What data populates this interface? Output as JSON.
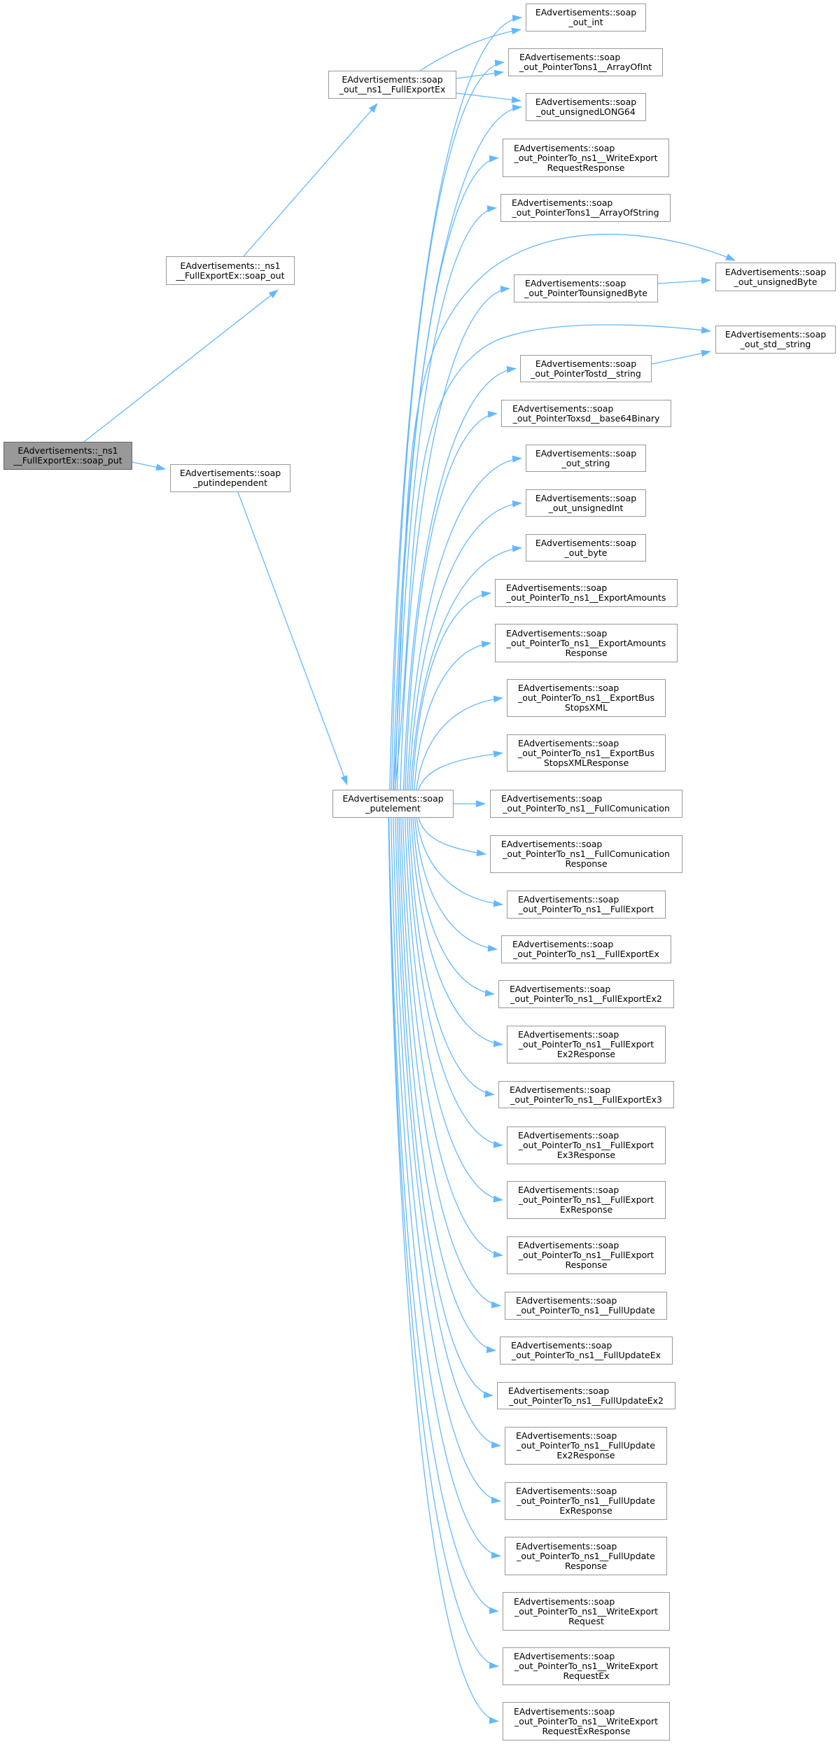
{
  "colors": {
    "edge": "#63b8ff",
    "node_border": "#999999",
    "root_fill": "#999999"
  },
  "nodes": [
    {
      "id": "soap_put",
      "root": true,
      "lines": [
        "EAdvertisements::_ns1",
        "__FullExportEx::soap_put"
      ]
    },
    {
      "id": "ns1_soap_out",
      "lines": [
        "EAdvertisements::_ns1",
        "__FullExportEx::soap_out"
      ]
    },
    {
      "id": "putindependent",
      "lines": [
        "EAdvertisements::soap",
        "_putindependent"
      ]
    },
    {
      "id": "out_ns1_FullExportEx",
      "lines": [
        "EAdvertisements::soap",
        "_out__ns1__FullExportEx"
      ]
    },
    {
      "id": "putelement",
      "lines": [
        "EAdvertisements::soap",
        "_putelement"
      ]
    },
    {
      "id": "out_int",
      "lines": [
        "EAdvertisements::soap",
        "_out_int"
      ]
    },
    {
      "id": "ArrayOfInt",
      "lines": [
        "EAdvertisements::soap",
        "_out_PointerTons1__ArrayOfInt"
      ]
    },
    {
      "id": "unsignedLONG64",
      "lines": [
        "EAdvertisements::soap",
        "_out_unsignedLONG64"
      ]
    },
    {
      "id": "WriteExportRequestResponse",
      "lines": [
        "EAdvertisements::soap",
        "_out_PointerTo_ns1__WriteExport",
        "RequestResponse"
      ]
    },
    {
      "id": "ArrayOfString",
      "lines": [
        "EAdvertisements::soap",
        "_out_PointerTons1__ArrayOfString"
      ]
    },
    {
      "id": "PointerTounsignedByte",
      "lines": [
        "EAdvertisements::soap",
        "_out_PointerTounsignedByte"
      ]
    },
    {
      "id": "out_unsignedByte",
      "lines": [
        "EAdvertisements::soap",
        "_out_unsignedByte"
      ]
    },
    {
      "id": "out_std_string",
      "lines": [
        "EAdvertisements::soap",
        "_out_std__string"
      ]
    },
    {
      "id": "PointerTostd_string",
      "lines": [
        "EAdvertisements::soap",
        "_out_PointerTostd__string"
      ]
    },
    {
      "id": "base64Binary",
      "lines": [
        "EAdvertisements::soap",
        "_out_PointerToxsd__base64Binary"
      ]
    },
    {
      "id": "out_string",
      "lines": [
        "EAdvertisements::soap",
        "_out_string"
      ]
    },
    {
      "id": "out_unsignedInt",
      "lines": [
        "EAdvertisements::soap",
        "_out_unsignedInt"
      ]
    },
    {
      "id": "out_byte",
      "lines": [
        "EAdvertisements::soap",
        "_out_byte"
      ]
    },
    {
      "id": "ExportAmounts",
      "lines": [
        "EAdvertisements::soap",
        "_out_PointerTo_ns1__ExportAmounts"
      ]
    },
    {
      "id": "ExportAmountsResponse",
      "lines": [
        "EAdvertisements::soap",
        "_out_PointerTo_ns1__ExportAmounts",
        "Response"
      ]
    },
    {
      "id": "ExportBusStopsXML",
      "lines": [
        "EAdvertisements::soap",
        "_out_PointerTo_ns1__ExportBus",
        "StopsXML"
      ]
    },
    {
      "id": "ExportBusStopsXMLResponse",
      "lines": [
        "EAdvertisements::soap",
        "_out_PointerTo_ns1__ExportBus",
        "StopsXMLResponse"
      ]
    },
    {
      "id": "FullComunication",
      "lines": [
        "EAdvertisements::soap",
        "_out_PointerTo_ns1__FullComunication"
      ]
    },
    {
      "id": "FullComunicationResponse",
      "lines": [
        "EAdvertisements::soap",
        "_out_PointerTo_ns1__FullComunication",
        "Response"
      ]
    },
    {
      "id": "FullExport",
      "lines": [
        "EAdvertisements::soap",
        "_out_PointerTo_ns1__FullExport"
      ]
    },
    {
      "id": "FullExportEx",
      "lines": [
        "EAdvertisements::soap",
        "_out_PointerTo_ns1__FullExportEx"
      ]
    },
    {
      "id": "FullExportEx2",
      "lines": [
        "EAdvertisements::soap",
        "_out_PointerTo_ns1__FullExportEx2"
      ]
    },
    {
      "id": "FullExportEx2Response",
      "lines": [
        "EAdvertisements::soap",
        "_out_PointerTo_ns1__FullExport",
        "Ex2Response"
      ]
    },
    {
      "id": "FullExportEx3",
      "lines": [
        "EAdvertisements::soap",
        "_out_PointerTo_ns1__FullExportEx3"
      ]
    },
    {
      "id": "FullExportEx3Response",
      "lines": [
        "EAdvertisements::soap",
        "_out_PointerTo_ns1__FullExport",
        "Ex3Response"
      ]
    },
    {
      "id": "FullExportExResponse",
      "lines": [
        "EAdvertisements::soap",
        "_out_PointerTo_ns1__FullExport",
        "ExResponse"
      ]
    },
    {
      "id": "FullExportResponse",
      "lines": [
        "EAdvertisements::soap",
        "_out_PointerTo_ns1__FullExport",
        "Response"
      ]
    },
    {
      "id": "FullUpdate",
      "lines": [
        "EAdvertisements::soap",
        "_out_PointerTo_ns1__FullUpdate"
      ]
    },
    {
      "id": "FullUpdateEx",
      "lines": [
        "EAdvertisements::soap",
        "_out_PointerTo_ns1__FullUpdateEx"
      ]
    },
    {
      "id": "FullUpdateEx2",
      "lines": [
        "EAdvertisements::soap",
        "_out_PointerTo_ns1__FullUpdateEx2"
      ]
    },
    {
      "id": "FullUpdateEx2Response",
      "lines": [
        "EAdvertisements::soap",
        "_out_PointerTo_ns1__FullUpdate",
        "Ex2Response"
      ]
    },
    {
      "id": "FullUpdateExResponse",
      "lines": [
        "EAdvertisements::soap",
        "_out_PointerTo_ns1__FullUpdate",
        "ExResponse"
      ]
    },
    {
      "id": "FullUpdateResponse",
      "lines": [
        "EAdvertisements::soap",
        "_out_PointerTo_ns1__FullUpdate",
        "Response"
      ]
    },
    {
      "id": "WriteExportRequest",
      "lines": [
        "EAdvertisements::soap",
        "_out_PointerTo_ns1__WriteExport",
        "Request"
      ]
    },
    {
      "id": "WriteExportRequestEx",
      "lines": [
        "EAdvertisements::soap",
        "_out_PointerTo_ns1__WriteExport",
        "RequestEx"
      ]
    },
    {
      "id": "WriteExportRequestExResponse",
      "lines": [
        "EAdvertisements::soap",
        "_out_PointerTo_ns1__WriteExport",
        "RequestExResponse"
      ]
    }
  ],
  "edges": [
    [
      "soap_put",
      "ns1_soap_out"
    ],
    [
      "soap_put",
      "putindependent"
    ],
    [
      "ns1_soap_out",
      "out_ns1_FullExportEx"
    ],
    [
      "putindependent",
      "putelement"
    ],
    [
      "out_ns1_FullExportEx",
      "out_int"
    ],
    [
      "out_ns1_FullExportEx",
      "ArrayOfInt"
    ],
    [
      "out_ns1_FullExportEx",
      "unsignedLONG64"
    ],
    [
      "PointerTounsignedByte",
      "out_unsignedByte"
    ],
    [
      "PointerTostd_string",
      "out_std_string"
    ],
    [
      "putelement",
      "out_int"
    ],
    [
      "putelement",
      "ArrayOfInt"
    ],
    [
      "putelement",
      "unsignedLONG64"
    ],
    [
      "putelement",
      "WriteExportRequestResponse"
    ],
    [
      "putelement",
      "ArrayOfString"
    ],
    [
      "putelement",
      "out_unsignedByte"
    ],
    [
      "putelement",
      "PointerTounsignedByte"
    ],
    [
      "putelement",
      "out_std_string"
    ],
    [
      "putelement",
      "PointerTostd_string"
    ],
    [
      "putelement",
      "base64Binary"
    ],
    [
      "putelement",
      "out_string"
    ],
    [
      "putelement",
      "out_unsignedInt"
    ],
    [
      "putelement",
      "out_byte"
    ],
    [
      "putelement",
      "ExportAmounts"
    ],
    [
      "putelement",
      "ExportAmountsResponse"
    ],
    [
      "putelement",
      "ExportBusStopsXML"
    ],
    [
      "putelement",
      "ExportBusStopsXMLResponse"
    ],
    [
      "putelement",
      "FullComunication"
    ],
    [
      "putelement",
      "FullComunicationResponse"
    ],
    [
      "putelement",
      "FullExport"
    ],
    [
      "putelement",
      "FullExportEx"
    ],
    [
      "putelement",
      "FullExportEx2"
    ],
    [
      "putelement",
      "FullExportEx2Response"
    ],
    [
      "putelement",
      "FullExportEx3"
    ],
    [
      "putelement",
      "FullExportEx3Response"
    ],
    [
      "putelement",
      "FullExportExResponse"
    ],
    [
      "putelement",
      "FullExportResponse"
    ],
    [
      "putelement",
      "FullUpdate"
    ],
    [
      "putelement",
      "FullUpdateEx"
    ],
    [
      "putelement",
      "FullUpdateEx2"
    ],
    [
      "putelement",
      "FullUpdateEx2Response"
    ],
    [
      "putelement",
      "FullUpdateExResponse"
    ],
    [
      "putelement",
      "FullUpdateResponse"
    ],
    [
      "putelement",
      "WriteExportRequest"
    ],
    [
      "putelement",
      "WriteExportRequestEx"
    ],
    [
      "putelement",
      "WriteExportRequestExResponse"
    ]
  ]
}
